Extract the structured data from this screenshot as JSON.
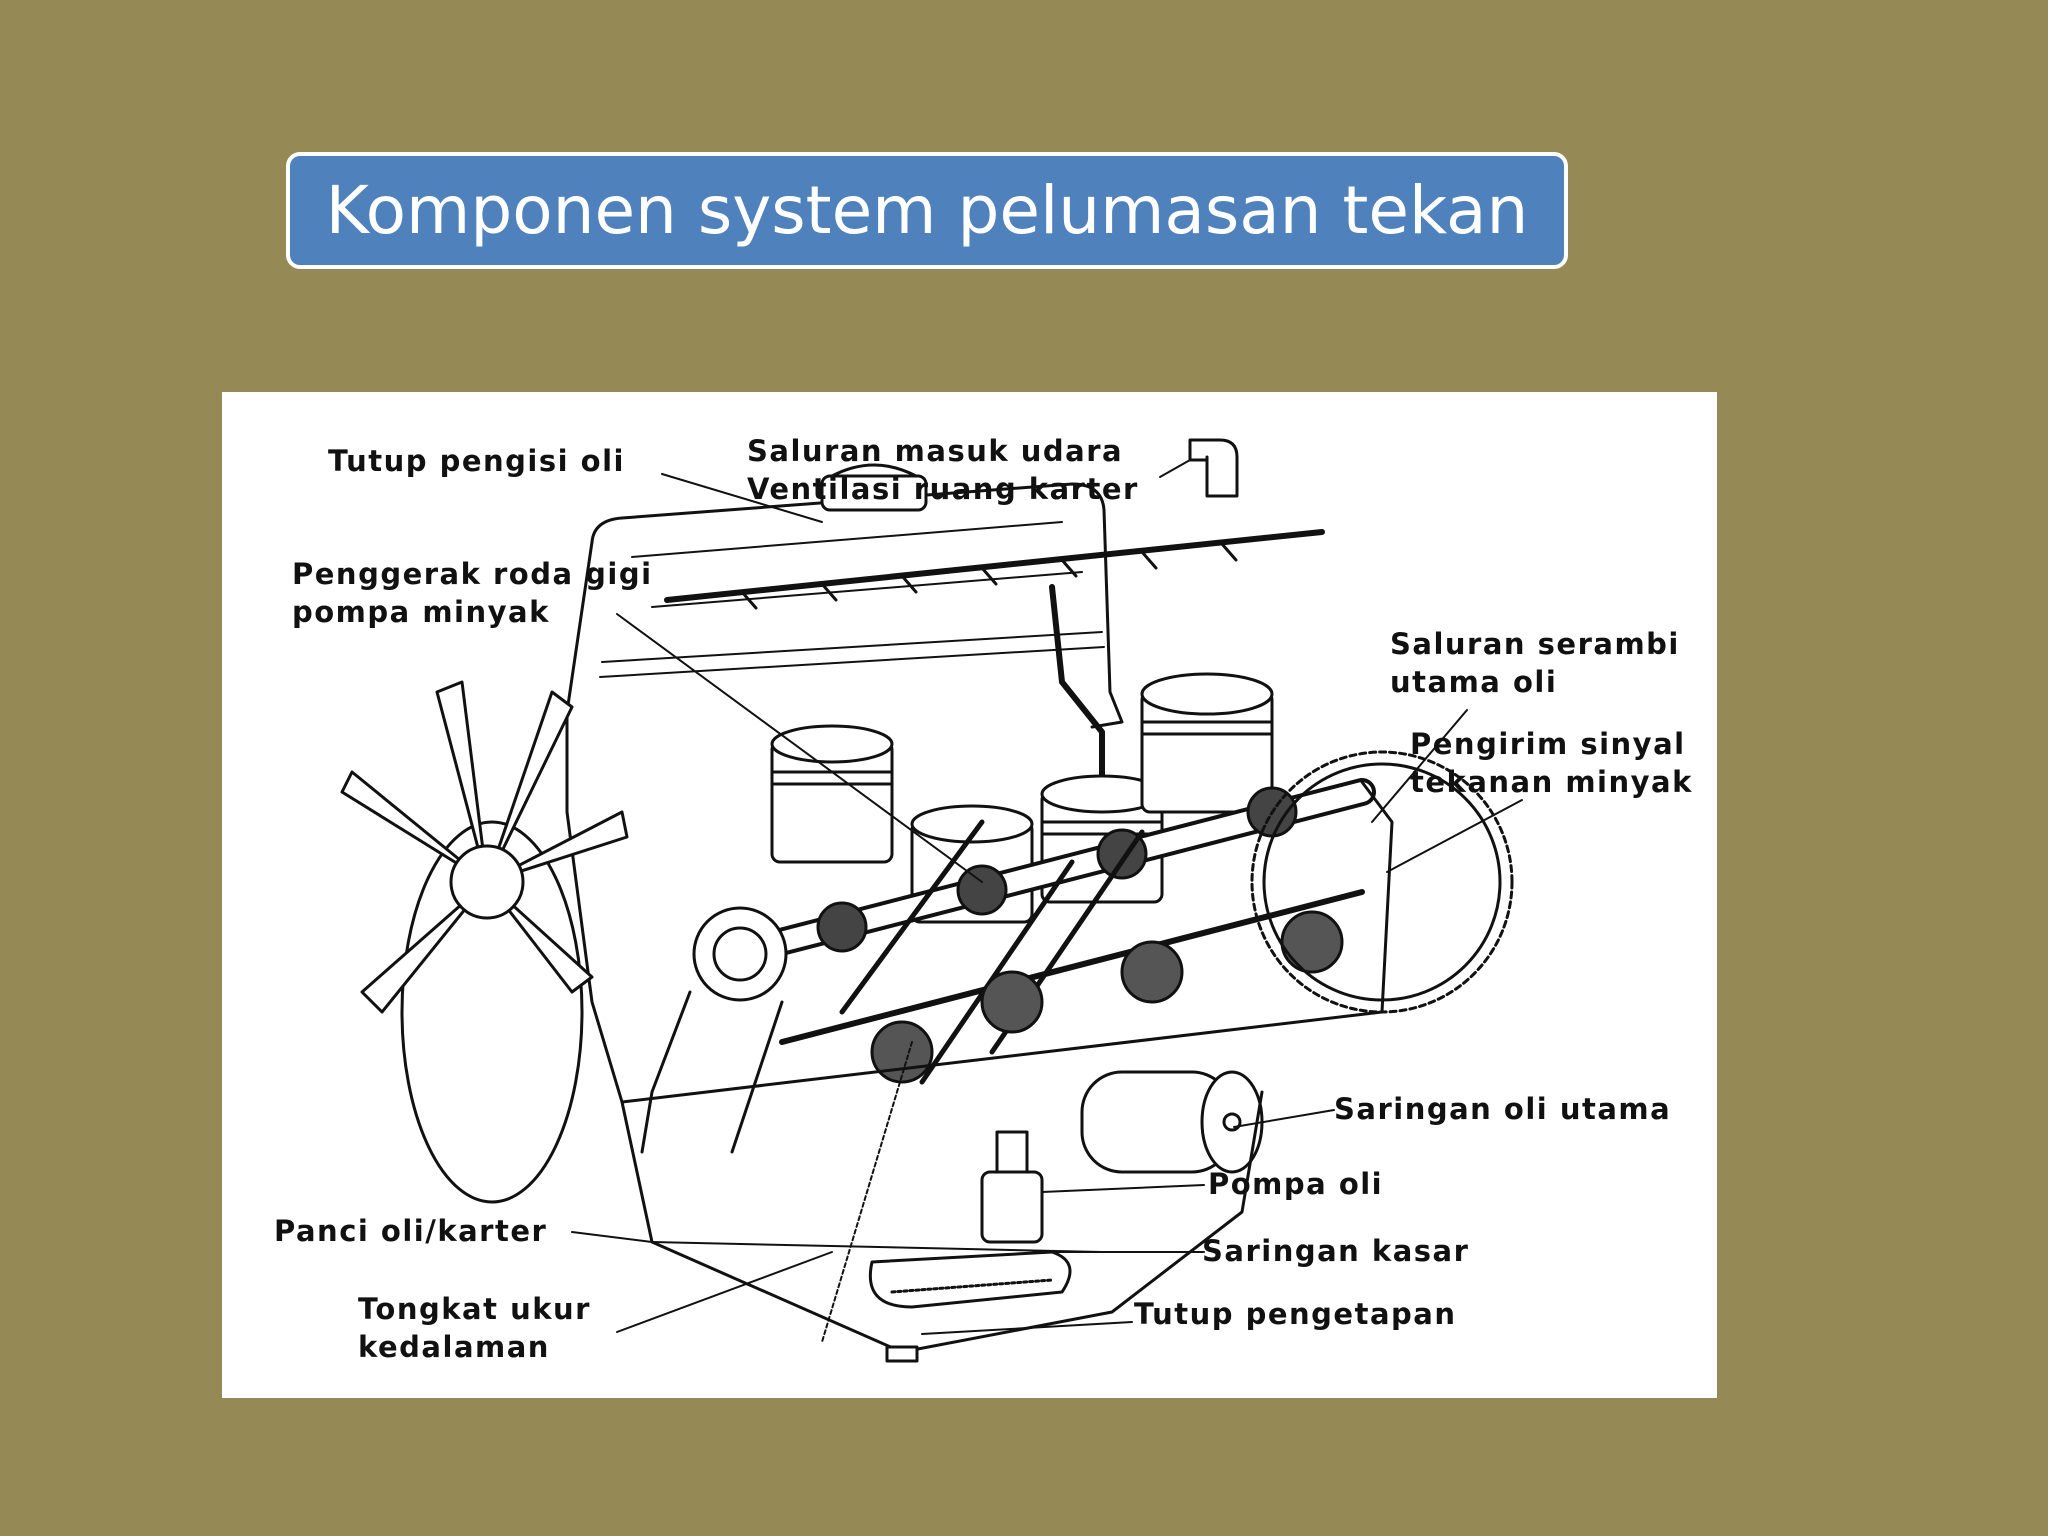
{
  "slide": {
    "title": "Komponen system pelumasan tekan"
  },
  "diagram": {
    "labels": {
      "oil_filler_cap": "Tutup pengisi oli",
      "air_intake_line1": "Saluran masuk udara",
      "air_intake_line2": "Ventilasi ruang karter",
      "pump_gear_drive_line1": "Penggerak roda gigi",
      "pump_gear_drive_line2": "pompa minyak",
      "main_gallery_line1": "Saluran serambi",
      "main_gallery_line2": "utama oli",
      "pressure_sender_line1": "Pengirim sinyal",
      "pressure_sender_line2": "tekanan minyak",
      "main_oil_filter": "Saringan oli utama",
      "oil_pump": "Pompa oli",
      "oil_pan": "Panci oli/karter",
      "strainer": "Saringan kasar",
      "dipstick_line1": "Tongkat ukur",
      "dipstick_line2": "kedalaman",
      "drain_plug": "Tutup pengetapan"
    }
  }
}
